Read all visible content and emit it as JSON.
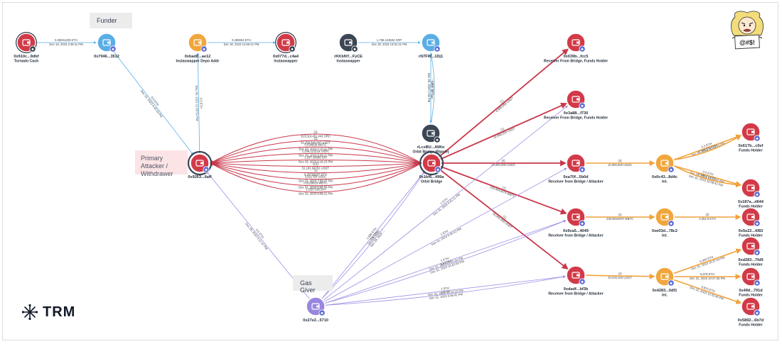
{
  "annotations": {
    "funder": "Funder",
    "primary_attacker": "Primary Attacker / Withdrawer",
    "gas_giver": "Gas Giver"
  },
  "logo": {
    "text": "TRM"
  },
  "colors": {
    "red": "#d23a48",
    "blue": "#5aaee6",
    "orange": "#f1a63c",
    "purple": "#9a86e0",
    "dark": "#3c4654",
    "edge_red": "#c9374a",
    "edge_purple": "#9f8fe6",
    "edge_orange": "#f0a23b"
  },
  "nodes": [
    {
      "id": "tornado",
      "addr": "0x910c...9dbf",
      "label": "Tornado Cash",
      "type": "red-dark"
    },
    {
      "id": "funder",
      "addr": "0x7046...3512",
      "label": "",
      "type": "blue"
    },
    {
      "id": "instaswapper_depo",
      "addr": "0xbad8...ae12",
      "label": "Instaswapper Depo Addr",
      "type": "orange"
    },
    {
      "id": "instaswapper",
      "addr": "0x077d...c4a4",
      "label": "Instaswapper",
      "type": "red-dark"
    },
    {
      "id": "instaswapper_xrp",
      "addr": "rKKbNY...FyCE",
      "label": "Instaswapper",
      "type": "dark"
    },
    {
      "id": "xrp_recv",
      "addr": "rN7FW...1Dj1",
      "label": "",
      "type": "blue"
    },
    {
      "id": "orbit_ripple",
      "addr": "rLcxBU...AWio",
      "label": "Orbit Bridge (Ripple)",
      "type": "dark"
    },
    {
      "id": "attacker",
      "addr": "0x9263...6aff",
      "label": "",
      "type": "red"
    },
    {
      "id": "orbit",
      "addr": "0x1bf6...499a",
      "label": "Orbit Bridge",
      "type": "red"
    },
    {
      "id": "rfb1",
      "addr": "0x039b...fcc5",
      "label": "Receiver From Bridge, Funds Holder",
      "type": "red"
    },
    {
      "id": "rfb2",
      "addr": "0x3a88...f730",
      "label": "Receiver From Bridge, Funds Holder",
      "type": "red"
    },
    {
      "id": "rba1",
      "addr": "0xa70f...5b0d",
      "label": "Receiver from Bridge / Attacker",
      "type": "red"
    },
    {
      "id": "rba2",
      "addr": "0x9ca5...4049",
      "label": "Receiver from Bridge / Attacker",
      "type": "red"
    },
    {
      "id": "rba3",
      "addr": "0xdadf...bf3b",
      "label": "Receiver from Bridge / Attacker",
      "type": "red"
    },
    {
      "id": "int1",
      "addr": "0x0c43...8d4c",
      "label": "Int.",
      "type": "orange"
    },
    {
      "id": "int2",
      "addr": "0xe03d...78c2",
      "label": "Int.",
      "type": "orange"
    },
    {
      "id": "int3",
      "addr": "0x4283...0df1",
      "label": "Int.",
      "type": "orange"
    },
    {
      "id": "fh1",
      "addr": "0x617b...c0ef",
      "label": "Funds Holder",
      "type": "red"
    },
    {
      "id": "fh2",
      "addr": "0x187a...d644",
      "label": "Funds Holder",
      "type": "red"
    },
    {
      "id": "fh3",
      "addr": "0x5e22...t083",
      "label": "Funds Holder",
      "type": "red"
    },
    {
      "id": "fh4",
      "addr": "0xd283...7fd9",
      "label": "Funds Holder",
      "type": "red"
    },
    {
      "id": "fh5",
      "addr": "0x49d...791d",
      "label": "Funds Holder",
      "type": "red"
    },
    {
      "id": "fh6",
      "addr": "0x5892...6b7d",
      "label": "Funds Holder",
      "type": "red"
    },
    {
      "id": "gasgiver",
      "addr": "0x27e2...5710",
      "label": "",
      "type": "purple"
    }
  ],
  "edges": [
    {
      "from": "tornado",
      "to": "funder",
      "color": "blue",
      "l1": "5.05831205 ETH",
      "l2": "Dec 19, 2023 3:48:11 PM"
    },
    {
      "from": "instaswapper_depo",
      "to": "instaswapper",
      "color": "blue",
      "l1": "0.499604 ETH",
      "l2": "Dec 30, 2023 12:50:41 PM"
    },
    {
      "from": "instaswapper_xrp",
      "to": "xrp_recv",
      "color": "blue",
      "l1": "1,796.123502 XRP",
      "l2": "Dec 30, 2023 13:51:31 PM"
    },
    {
      "from": "funder",
      "to": "attacker",
      "color": "blue",
      "l1": "0.6 ETH",
      "l2": "Dec 19, 2023 4:42:03 PM"
    },
    {
      "from": "attacker",
      "to": "instaswapper_depo",
      "color": "blue",
      "l1": "0.5 ETH",
      "l2": "Dec 30, 2023 12:50:51 PM"
    },
    {
      "from": "xrp_recv",
      "to": "orbit_ripple",
      "color": "blue",
      "l1": "1,500 XRP",
      "l2": "Dec 30, 2023 1:00 PM"
    },
    {
      "from": "orbit_ripple",
      "to": "xrp_recv",
      "color": "blue",
      "l1": "Dec 28, 2023 ...",
      "l2": ""
    },
    {
      "from": "orbit",
      "to": "rfb1",
      "color": "red",
      "l1": "(1)",
      "l2": "4,999,999 USDT"
    },
    {
      "from": "orbit",
      "to": "rfb2",
      "color": "red",
      "l1": "(1)",
      "l2": "10,058,000 USDT"
    },
    {
      "from": "orbit",
      "to": "rba1",
      "color": "red",
      "l1": "(4)",
      "l2": "10,000,000 USDC"
    },
    {
      "from": "orbit",
      "to": "rba2",
      "color": "red",
      "l1": "(1)",
      "l2": "230.8910879 WBTC"
    },
    {
      "from": "orbit",
      "to": "rba3",
      "color": "red",
      "l1": "(1)",
      "l2": "30,000,000 USDT"
    },
    {
      "from": "rba1",
      "to": "int1",
      "color": "orange",
      "l1": "(4)",
      "l2": "10,000,000 USDC"
    },
    {
      "from": "rba2",
      "to": "int2",
      "color": "orange",
      "l1": "(1)",
      "l2": "230.8910879 WBTC"
    },
    {
      "from": "rba3",
      "to": "int3",
      "color": "orange",
      "l1": "(4)",
      "l2": "30,000,000 USDT"
    },
    {
      "from": "int1",
      "to": "fh1",
      "color": "orange",
      "l1": "0.3 ETH",
      "l2": "Dec 31, 2023 10:18:23 PM"
    },
    {
      "from": "int1",
      "to": "fh1",
      "color": "orange",
      "l1": "4,999,230 ETH",
      "l2": ""
    },
    {
      "from": "int1",
      "to": "fh2",
      "color": "orange",
      "l1": "0.5 ETH",
      "l2": "Dec 31, 2023 10:14:42 PM"
    },
    {
      "from": "int1",
      "to": "fh2",
      "color": "orange",
      "l1": "6,999.17 ETH",
      "l2": "Dec 31, 2023 10:36:42 PM"
    },
    {
      "from": "int2",
      "to": "fh3",
      "color": "orange",
      "l1": "(2)",
      "l2": "4,252.6 ETH"
    },
    {
      "from": "int3",
      "to": "fh4",
      "color": "orange",
      "l1": "6,400 ETH",
      "l2": "Dec 31, 2023 10:37:53 PM"
    },
    {
      "from": "int3",
      "to": "fh5",
      "color": "orange",
      "l1": "6,678 ETH",
      "l2": "Dec 31, 2023 10:27:35 PM"
    },
    {
      "from": "int3",
      "to": "fh6",
      "color": "orange",
      "l1": "6,870 ETH",
      "l2": "Dec 31, 2023 10:32:45 PM"
    },
    {
      "from": "gasgiver",
      "to": "attacker",
      "color": "purple",
      "l1": "0.5 ETH",
      "l2": "Dec 29, 2023 5:11:12 PM"
    },
    {
      "from": "gasgiver",
      "to": "orbit",
      "color": "purple",
      "l1": "1,000 ETH",
      "l2": "Dec 29, 2023 ..."
    },
    {
      "from": "gasgiver",
      "to": "orbit",
      "color": "purple",
      "l1": "0.5 ETH",
      "l2": "Dec 29, 2023 ..."
    },
    {
      "from": "gasgiver",
      "to": "rfb2",
      "color": "purple",
      "l1": "1 ETH",
      "l2": "Dec 31, 2023 9:41:11 PM"
    },
    {
      "from": "gasgiver",
      "to": "rba1",
      "color": "purple",
      "l1": "1 ETH",
      "l2": "Dec 31, 2023 9:45:02 PM"
    },
    {
      "from": "gasgiver",
      "to": "rba2",
      "color": "purple",
      "l1": "1 ETH",
      "l2": "Dec 31, 2023 10:05:32 PM"
    },
    {
      "from": "gasgiver",
      "to": "rba2",
      "color": "purple",
      "l1": "0.6 ETH",
      "l2": "Dec 31, 2023 10:42:09 PM"
    },
    {
      "from": "gasgiver",
      "to": "rba3",
      "color": "purple",
      "l1": "1 ETH",
      "l2": "Dec 31, 2023 10:12:22 PM"
    },
    {
      "from": "gasgiver",
      "to": "rba3",
      "color": "purple",
      "l1": "1 ETH",
      "l2": "Dec 31, 2023 9:48:41 PM"
    }
  ],
  "bundle": [
    {
      "l1": "(1)",
      "l2": "323,516.451 ##2 ORC"
    },
    {
      "l1": "(1)",
      "l2": "52,299,584.897 USDT"
    },
    {
      "l1": "0.034936 WBTC",
      "l2": "Dec 29, 2023 5:10:11 PM"
    },
    {
      "l1": "2.29a,22151a USDC",
      "l2": "Dec 29, 2023 5:09:11 PM"
    },
    {
      "l1": "2,297.18599 DAI",
      "l2": "Dec 29, 2023 6:16:23 PM"
    },
    {
      "l1": "(13)",
      "l2": "51,181.94751 USDT"
    },
    {
      "l1": "(1)",
      "l2": "9.25793287 ETH"
    },
    {
      "l1": "3,921783 USDC",
      "l2": "Dec 31, 2023 7:50:47 PM"
    },
    {
      "l1": "0.0120619 WBTC",
      "l2": "Dec 31, 2023 8:08:59 PM"
    },
    {
      "l1": "1.2327138 DAI",
      "l2": "Dec 31, 2023 8:08:21 PM"
    }
  ]
}
